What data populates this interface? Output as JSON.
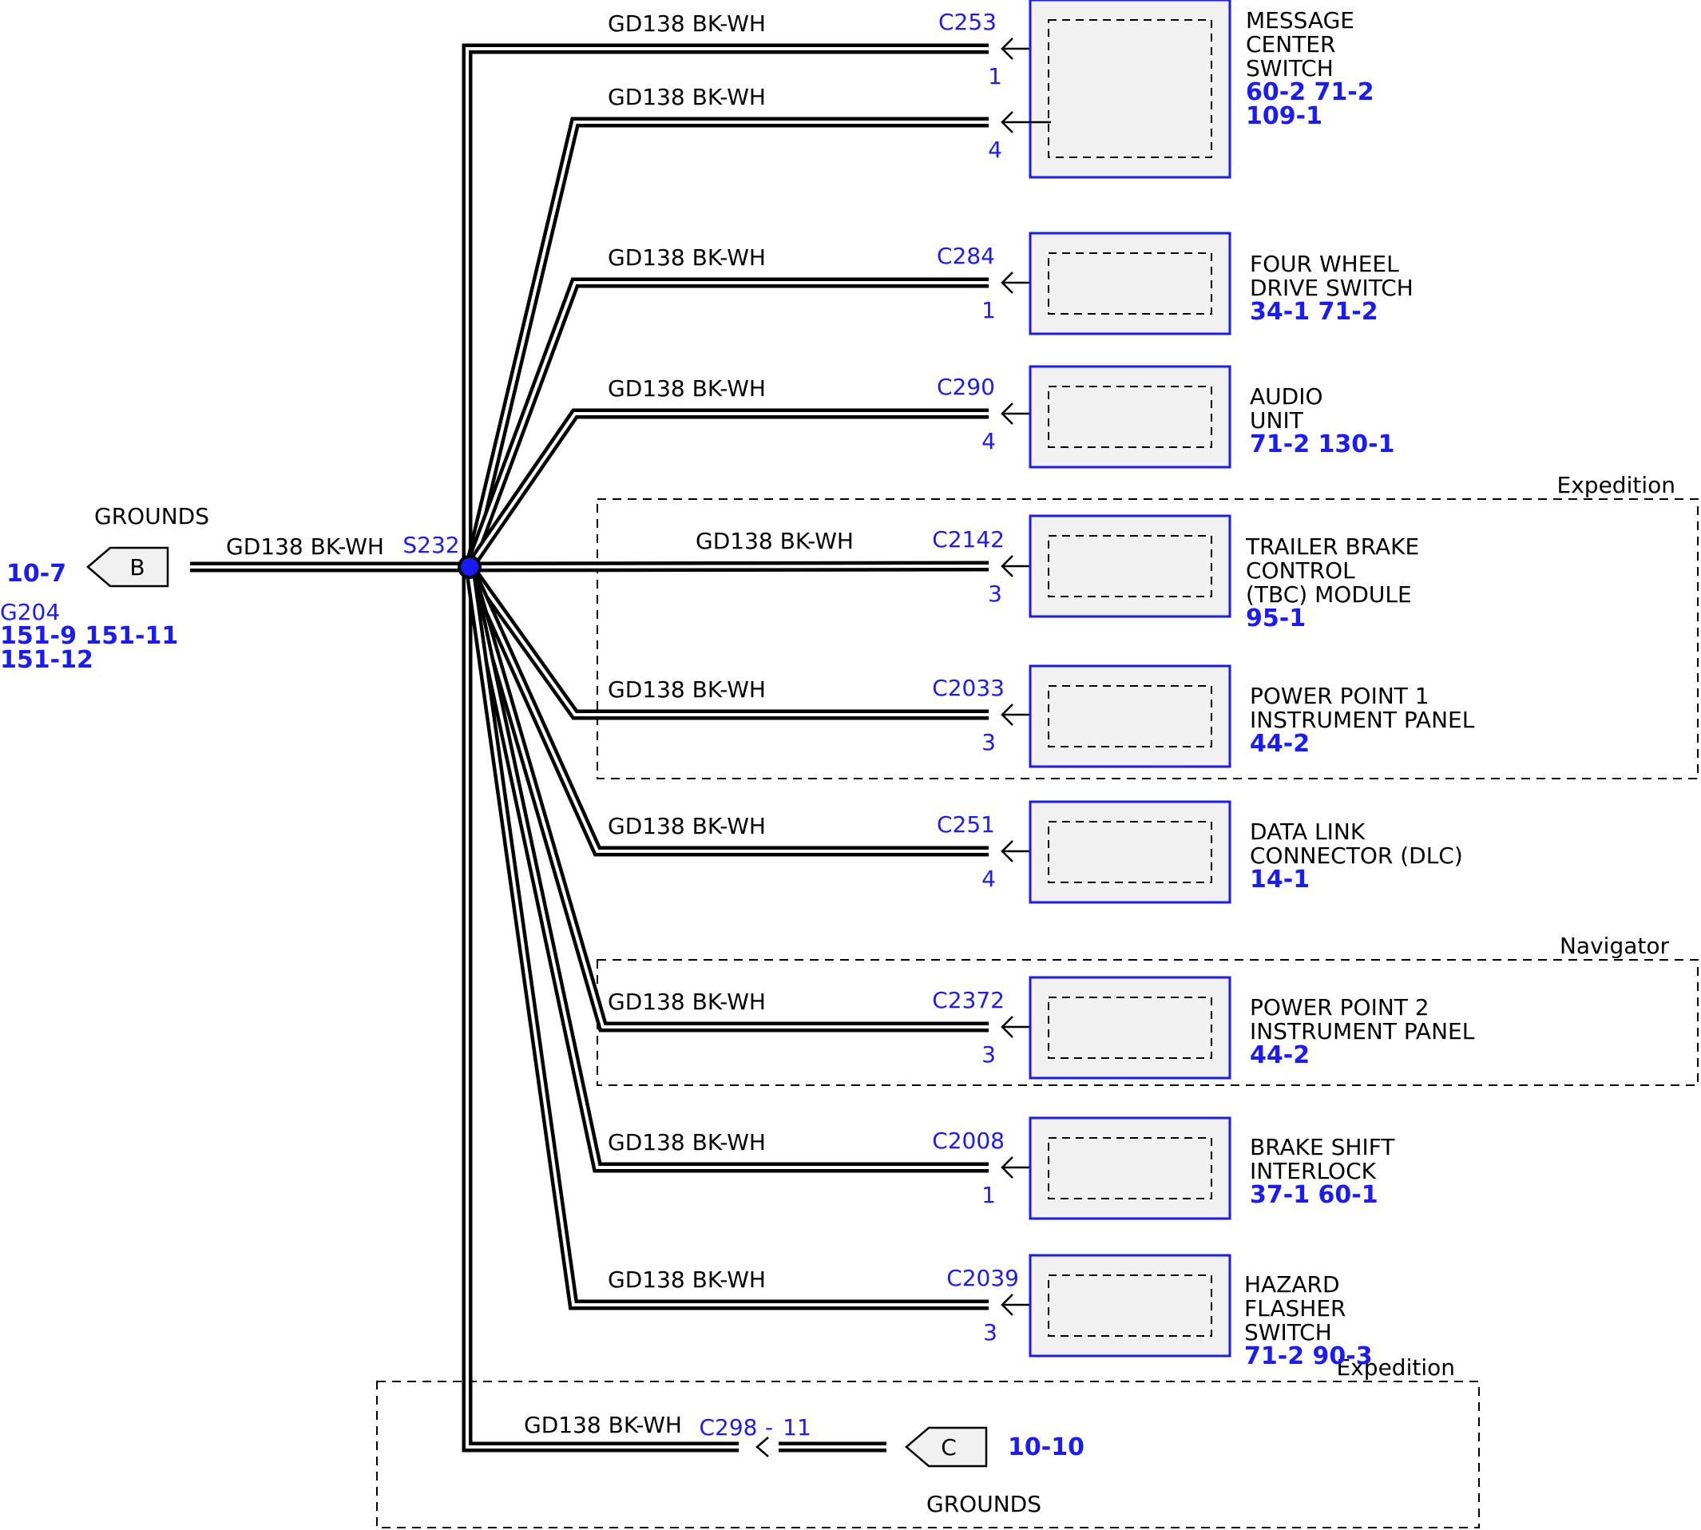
{
  "wire_label": "GD138  BK-WH",
  "wire_label_left": "GD138  BK-WH",
  "splice": {
    "name": "S232",
    "color": "#1a1aff"
  },
  "left_ground": {
    "label": "GROUNDS",
    "connector": "B",
    "ref_main": "10-7",
    "ground_id": "G204",
    "refs_line1": "151-9  151-11",
    "refs_line2": "151-12"
  },
  "bottom_ground": {
    "label": "GROUNDS",
    "connector_id": "C298",
    "dash": "-",
    "pin": "11",
    "connector": "C",
    "ref": "10-10",
    "region_label": "Expedition"
  },
  "regions": [
    {
      "label": "Expedition"
    },
    {
      "label": "Navigator"
    }
  ],
  "components": [
    {
      "connector": "C253",
      "pin": "1",
      "name_lines": [
        "MESSAGE",
        "CENTER",
        "SWITCH"
      ],
      "refs": [
        "60-2  71-2",
        "109-1"
      ]
    },
    {
      "connector": "",
      "pin": "4",
      "name_lines": [],
      "refs": []
    },
    {
      "connector": "C284",
      "pin": "1",
      "name_lines": [
        "FOUR WHEEL",
        "DRIVE SWITCH"
      ],
      "refs": [
        "34-1  71-2"
      ]
    },
    {
      "connector": "C290",
      "pin": "4",
      "name_lines": [
        "AUDIO",
        "UNIT"
      ],
      "refs": [
        "71-2  130-1"
      ]
    },
    {
      "connector": "C2142",
      "pin": "3",
      "name_lines": [
        "TRAILER BRAKE",
        "CONTROL",
        "(TBC) MODULE"
      ],
      "refs": [
        "95-1"
      ]
    },
    {
      "connector": "C2033",
      "pin": "3",
      "name_lines": [
        "POWER POINT 1",
        "INSTRUMENT PANEL"
      ],
      "refs": [
        "44-2"
      ]
    },
    {
      "connector": "C251",
      "pin": "4",
      "name_lines": [
        "DATA LINK",
        "CONNECTOR (DLC)"
      ],
      "refs": [
        "14-1"
      ]
    },
    {
      "connector": "C2372",
      "pin": "3",
      "name_lines": [
        "POWER POINT 2",
        "INSTRUMENT PANEL"
      ],
      "refs": [
        "44-2"
      ]
    },
    {
      "connector": "C2008",
      "pin": "1",
      "name_lines": [
        "BRAKE SHIFT",
        "INTERLOCK"
      ],
      "refs": [
        "37-1  60-1"
      ]
    },
    {
      "connector": "C2039",
      "pin": "3",
      "name_lines": [
        "HAZARD",
        "FLASHER",
        "SWITCH"
      ],
      "refs": [
        "71-2  90-3"
      ]
    }
  ]
}
